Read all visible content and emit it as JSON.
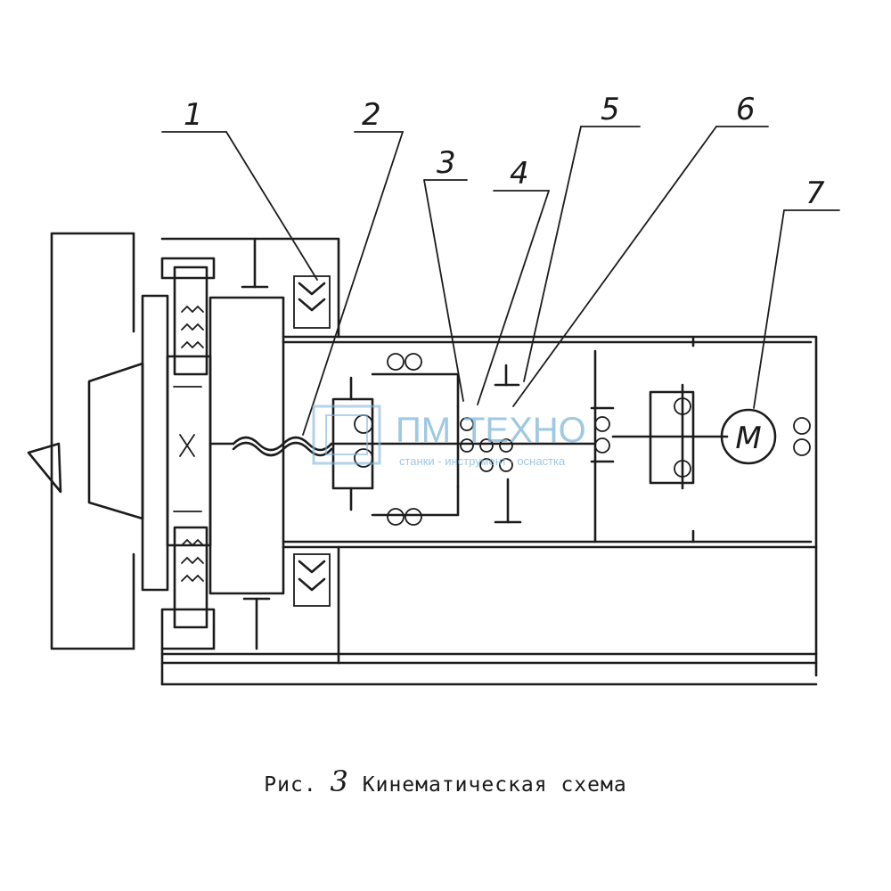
{
  "callouts": [
    {
      "id": 1,
      "label": "1"
    },
    {
      "id": 2,
      "label": "2"
    },
    {
      "id": 3,
      "label": "3"
    },
    {
      "id": 4,
      "label": "4"
    },
    {
      "id": 5,
      "label": "5"
    },
    {
      "id": 6,
      "label": "6"
    },
    {
      "id": 7,
      "label": "7"
    }
  ],
  "motor_label": "M",
  "watermark": {
    "brand_left": "ПМ",
    "brand_right": "ТЕХНО",
    "tagline": "станки - инструмент - оснастка"
  },
  "caption": {
    "prefix": "Рис.",
    "figure_number": "3",
    "title": "Кинематическая схема"
  }
}
